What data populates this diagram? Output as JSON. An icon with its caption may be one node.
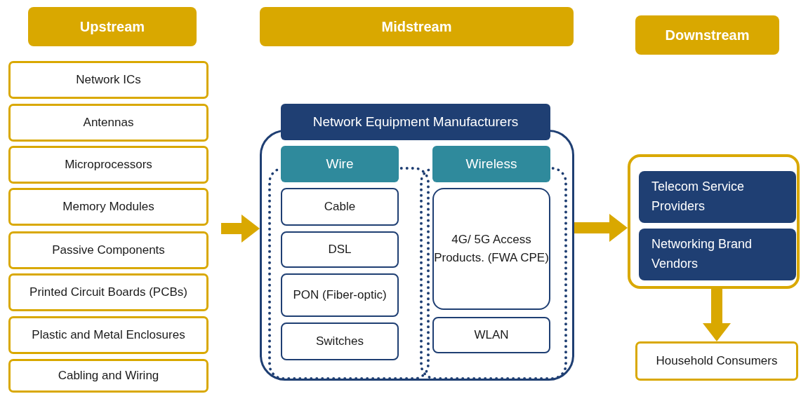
{
  "diagram": {
    "nodes": [
      {
        "text": [
          "Upstream"
        ]
      },
      {
        "text": [
          "Midstream"
        ]
      },
      {
        "text": [
          "Downstream"
        ]
      },
      {
        "text": [
          "Network ICs"
        ]
      },
      {
        "text": [
          "Antennas"
        ]
      },
      {
        "text": [
          "Microprocessors"
        ]
      },
      {
        "text": [
          "Memory Modules"
        ]
      },
      {
        "text": [
          "Passive Components"
        ]
      },
      {
        "text": [
          "Printed Circuit Boards (PCBs)"
        ]
      },
      {
        "text": [
          "Plastic and Metal Enclosures"
        ]
      },
      {
        "text": [
          "Cabling and Wiring"
        ]
      },
      {
        "text": [
          "Network Equipment Manufacturers"
        ]
      },
      {
        "text": [
          "Wire"
        ],
        "in": 11
      },
      {
        "text": [
          "Cable"
        ],
        "in": 12
      },
      {
        "text": [
          "DSL"
        ],
        "in": 12
      },
      {
        "text": [
          "PON (Fiber-optic)"
        ],
        "in": 12
      },
      {
        "text": [
          "Switches"
        ],
        "in": 12
      },
      {
        "text": [
          "Wireless"
        ],
        "in": 11
      },
      {
        "text": [
          "4G/ 5G Access Products. (FWA CPE)"
        ],
        "in": 17
      },
      {
        "text": [
          "WLAN"
        ],
        "in": 17
      },
      {
        "text": [],
        "shape": "box"
      },
      {
        "text": [
          "Telecom Service Providers"
        ],
        "in": 20
      },
      {
        "text": [
          "Networking Brand Vendors"
        ],
        "in": 20
      },
      {
        "text": [
          "Household Consumers"
        ]
      }
    ],
    "edges": [
      {
        "from": null,
        "to": 11,
        "arrow": "to"
      },
      {
        "from": 11,
        "to": 20,
        "arrow": "to"
      },
      {
        "from": 20,
        "to": 23,
        "arrow": "to"
      }
    ]
  }
}
